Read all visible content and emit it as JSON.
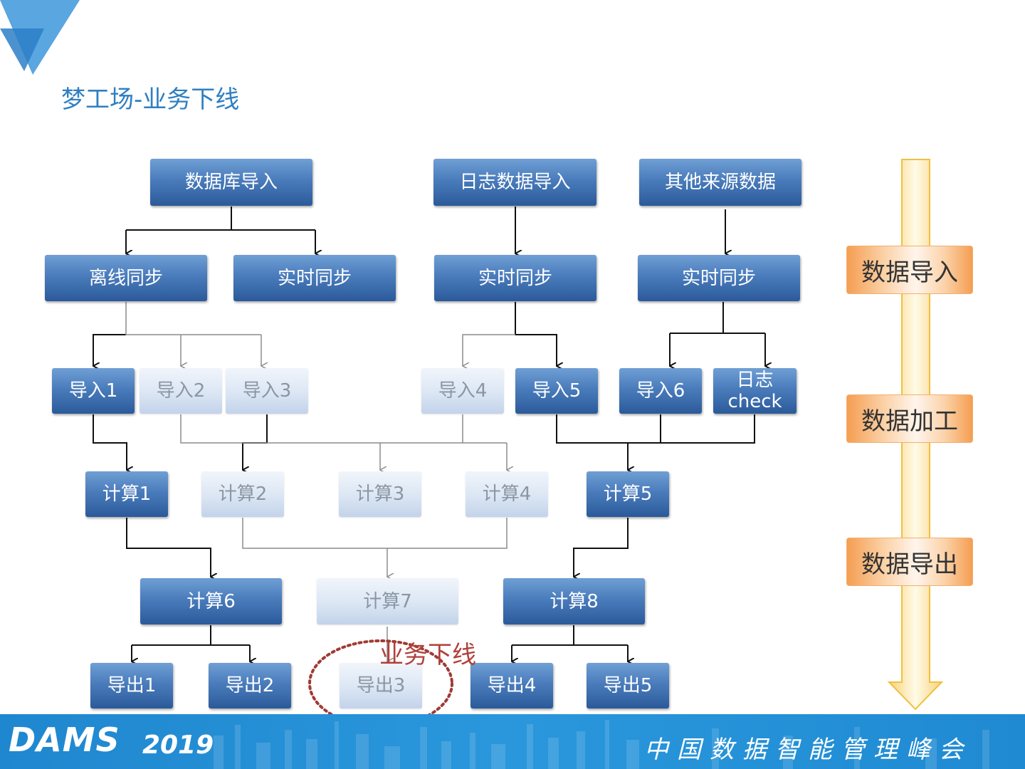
{
  "title": "梦工场-业务下线",
  "nodes": {
    "db_import": "数据库导入",
    "log_import": "日志数据导入",
    "other_source": "其他来源数据",
    "offline_sync": "离线同步",
    "realtime_sync": "实时同步",
    "import_1": "导入1",
    "import_2": "导入2",
    "import_3": "导入3",
    "import_4": "导入4",
    "import_5": "导入5",
    "import_6": "导入6",
    "log_check": "日志\ncheck",
    "calc_1": "计算1",
    "calc_2": "计算2",
    "calc_3": "计算3",
    "calc_4": "计算4",
    "calc_5": "计算5",
    "calc_6": "计算6",
    "calc_7": "计算7",
    "calc_8": "计算8",
    "export_1": "导出1",
    "export_2": "导出2",
    "export_3": "导出3",
    "export_4": "导出4",
    "export_5": "导出5"
  },
  "offline_label": "业务下线",
  "stages": [
    "数据导入",
    "数据加工",
    "数据导出"
  ],
  "footer": {
    "brand": "DAMS",
    "year": "2019",
    "slogan": "中国数据智能管理峰会"
  },
  "colors": {
    "active_box": "#2b5a9a",
    "faded_box": "#c3d3ea",
    "title": "#2e7fc1",
    "stage_orange": "#f59e52",
    "offline_circle": "#a03a35",
    "footer_blue": "#1f87cf"
  }
}
